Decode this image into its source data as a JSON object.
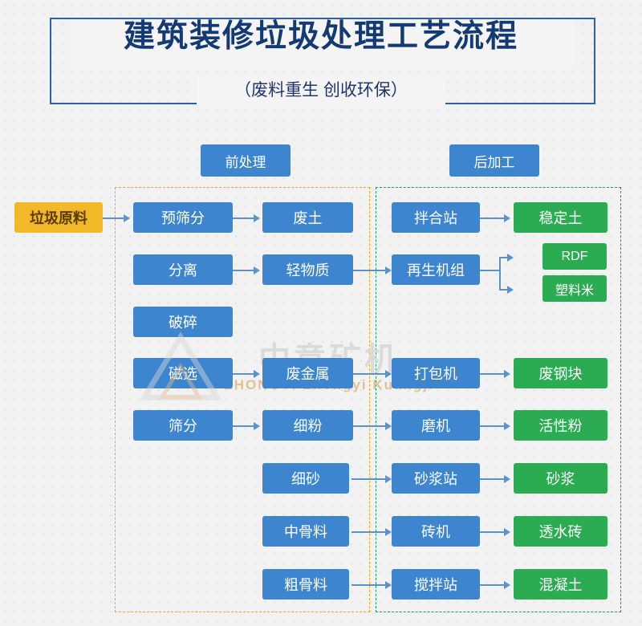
{
  "header": {
    "title": "建筑装修垃圾处理工艺流程",
    "subtitle": "（废料重生  创收环保）"
  },
  "watermark": {
    "main": "中意矿机",
    "sub": "ZHONGYI   Zhongyi Kuangji"
  },
  "groups": [
    {
      "id": "pre",
      "label": "前处理",
      "color": "#f0a81e"
    },
    {
      "id": "post",
      "label": "后加工",
      "color": "#17a05a"
    }
  ],
  "nodes": {
    "source": {
      "label": "垃圾原料",
      "type": "orange"
    },
    "pre_process": [
      {
        "label": "预筛分"
      },
      {
        "label": "分离"
      },
      {
        "label": "破碎"
      },
      {
        "label": "磁选"
      },
      {
        "label": "筛分"
      }
    ],
    "materials": [
      {
        "label": "废土"
      },
      {
        "label": "轻物质"
      },
      {
        "label": "废金属"
      },
      {
        "label": "细粉"
      },
      {
        "label": "细砂"
      },
      {
        "label": "中骨料"
      },
      {
        "label": "粗骨料"
      }
    ],
    "post_process": [
      {
        "label": "拌合站"
      },
      {
        "label": "再生机组"
      },
      {
        "label": "打包机"
      },
      {
        "label": "磨机"
      },
      {
        "label": "砂浆站"
      },
      {
        "label": "砖机"
      },
      {
        "label": "搅拌站"
      }
    ],
    "products": [
      {
        "label": "稳定土"
      },
      {
        "label": "RDF"
      },
      {
        "label": "塑料米"
      },
      {
        "label": "废钢块"
      },
      {
        "label": "活性粉"
      },
      {
        "label": "砂浆"
      },
      {
        "label": "透水砖"
      },
      {
        "label": "混凝土"
      }
    ]
  },
  "colors": {
    "blue": "#3d86cf",
    "green": "#2bab52",
    "orange": "#f2b827",
    "title": "#143a73",
    "frame": "#2f5fa8",
    "line": "#5d92c4"
  }
}
